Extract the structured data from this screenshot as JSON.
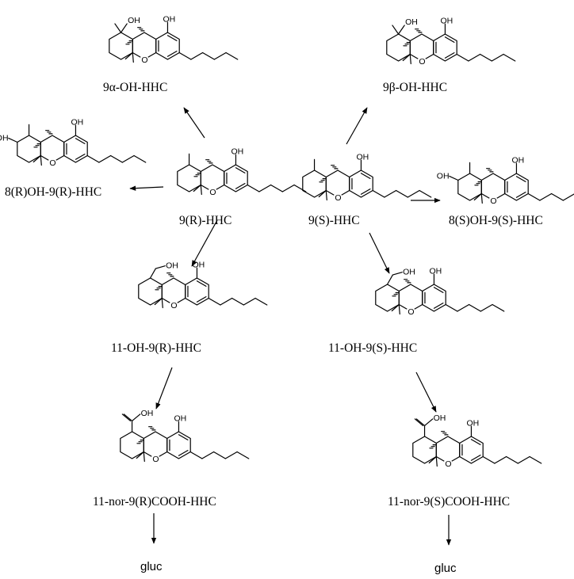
{
  "atoms": {
    "hydroxyl": "OH",
    "ring_oxygen": "O"
  },
  "compounds": {
    "oh9a": {
      "name": "9α-OH-HHC"
    },
    "oh9b": {
      "name": "9β-OH-HHC"
    },
    "r8": {
      "name": "8(R)OH-9(R)-HHC"
    },
    "hhc_r": {
      "name": "9(R)-HHC"
    },
    "hhc_s": {
      "name": "9(S)-HHC"
    },
    "s8": {
      "name": "8(S)OH-9(S)-HHC"
    },
    "oh11_r": {
      "name": "11-OH-9(R)-HHC"
    },
    "oh11_s": {
      "name": "11-OH-9(S)-HHC"
    },
    "cooh_r": {
      "name": "11-nor-9(R)COOH-HHC"
    },
    "cooh_s": {
      "name": "11-nor-9(S)COOH-HHC"
    }
  },
  "conjugates": {
    "gluc_r": "gluc",
    "gluc_s": "gluc"
  }
}
